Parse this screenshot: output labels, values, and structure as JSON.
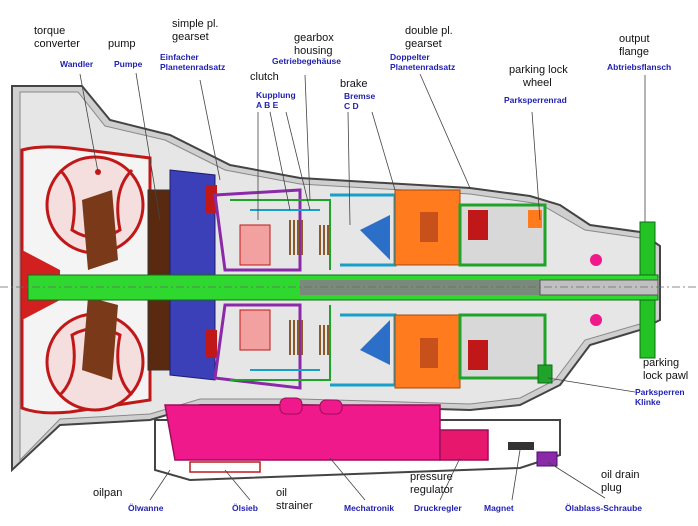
{
  "colors": {
    "housing_grey": "#c8c8c8",
    "housing_outline": "#555555",
    "torque_converter": "#d22020",
    "pump": "#7a3a1a",
    "shaft_green": "#22c322",
    "planet_gearset": "#3b3fb8",
    "clutch_purple": "#8a2aa8",
    "double_gearset": "#ff7b1e",
    "mechatronik": "#f0198c",
    "parking": "#22c322",
    "german_label": "#1f1fb0"
  },
  "labels": {
    "torque_converter_en": [
      "torque",
      "converter"
    ],
    "torque_converter_de": "Wandler",
    "pump_en": "pump",
    "pump_de": "Pumpe",
    "simple_gearset_en": [
      "simple pl.",
      "gearset"
    ],
    "simple_gearset_de": [
      "Einfacher",
      "Planetenradsatz"
    ],
    "clutch_en": "clutch",
    "clutch_de": "Kupplung",
    "clutch_letters": "A  B  E",
    "housing_en": [
      "gearbox",
      "housing"
    ],
    "housing_de": "Getriebegehäuse",
    "brake_en": "brake",
    "brake_de": "Bremse",
    "brake_letters": "C     D",
    "double_gearset_en": [
      "double pl.",
      "gearset"
    ],
    "double_gearset_de": [
      "Doppelter",
      "Planetenradsatz"
    ],
    "parking_wheel_en": [
      "parking lock",
      "wheel"
    ],
    "parking_wheel_de": "Parksperrenrad",
    "output_flange_en": [
      "output",
      "flange"
    ],
    "output_flange_de": "Abtriebsflansch",
    "parking_pawl_en": [
      "parking",
      "lock pawl"
    ],
    "parking_pawl_de": [
      "Parksperren",
      "Klinke"
    ],
    "oil_drain_en": [
      "oil drain",
      "plug"
    ],
    "oil_drain_de": "Ölablass-Schraube",
    "oilpan_en": "oilpan",
    "oilpan_de": "Ölwanne",
    "oil_strainer_en": [
      "oil",
      "strainer"
    ],
    "oil_strainer_de": "Ölsieb",
    "mechatronik_de": "Mechatronik",
    "pressure_regulator_en": [
      "pressure",
      "regulator"
    ],
    "pressure_regulator_de": "Druckregler",
    "magnet_de": "Magnet"
  }
}
